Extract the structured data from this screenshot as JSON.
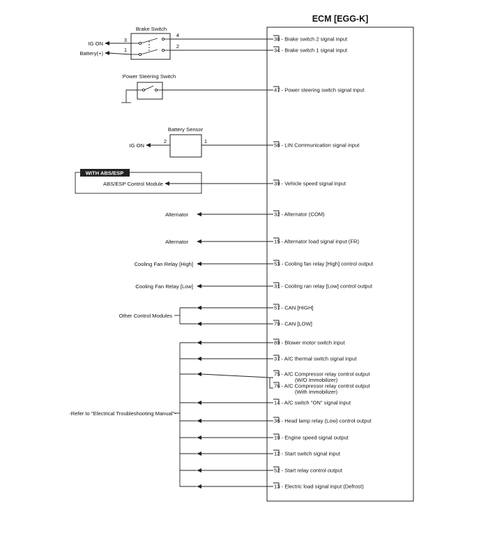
{
  "ecm_title": "ECM [EGG-K]",
  "brake_switch": {
    "title": "Brake Switch",
    "left": [
      {
        "pin": "3",
        "label": "IG ON"
      },
      {
        "pin": "1",
        "label": "Battery(+)"
      }
    ],
    "right_pins": [
      "4",
      "2"
    ]
  },
  "power_steering_switch": {
    "title": "Power Steering Switch"
  },
  "battery_sensor": {
    "title": "Battery Sensor",
    "left_pin": "2",
    "right_pin": "1",
    "left_label": "IG ON"
  },
  "abs_esp": {
    "badge": "WITH ABS/ESP",
    "module": "ABS/ESP Control Module"
  },
  "alternator_label": "Alternator",
  "fan_high_label": "Cooling Fan Relay [High]",
  "fan_low_label": "Cooling Fan Relay [Low]",
  "other_modules_label": "Other Control Modules",
  "refer_label": "-Refer to \"Electrical Troubleshooting Manual\"-",
  "ecm_pins": [
    {
      "pin": "38",
      "label": " - Brake switch 2 signal input"
    },
    {
      "pin": "34",
      "label": " - Brake switch 1 signal input"
    },
    {
      "pin": "47",
      "label": " - Power steering switch signal input"
    },
    {
      "pin": "58",
      "label": " - LIN Communication signal input"
    },
    {
      "pin": "39",
      "label": " - Vehicle speed signal input"
    },
    {
      "pin": "32",
      "label": " - Alternator (COM)"
    },
    {
      "pin": "15",
      "label": " - Alternator load signal input (FR)"
    },
    {
      "pin": "53",
      "label": " - Cooling fan relay [High] control output"
    },
    {
      "pin": "31",
      "label": " - Cooling ran relay [Low] control output"
    },
    {
      "pin": "57",
      "label": " - CAN [HIGH]"
    },
    {
      "pin": "79",
      "label": " - CAN [LOW]"
    },
    {
      "pin": "89",
      "label": " - Blower motor switch input"
    },
    {
      "pin": "37",
      "label": " - A/C thermal switch signal input"
    },
    {
      "pin": "75",
      "label": " - A/C Compressor relay control output",
      "sub": "(W/O Immobilizer)"
    },
    {
      "pin": "76",
      "label": " - A/C Compressor relay control output",
      "sub": "(With Immobilizer)"
    },
    {
      "pin": "14",
      "label": " - A/C switch \"ON\" signal input"
    },
    {
      "pin": "36",
      "label": " - Head lamp relay (Low) control output"
    },
    {
      "pin": "10",
      "label": " - Engine speed signal output"
    },
    {
      "pin": "12",
      "label": " - Start switch signal input"
    },
    {
      "pin": "52",
      "label": " - Start relay control output"
    },
    {
      "pin": "13",
      "label": " - Electric load signal input (Defrost)"
    }
  ]
}
